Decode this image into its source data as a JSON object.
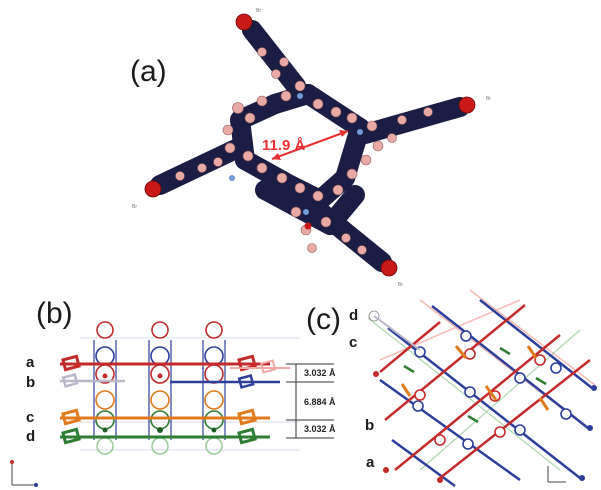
{
  "panels": {
    "a": {
      "label": "(a)",
      "measurement": "11.9 Å",
      "br_label": "Br"
    },
    "b": {
      "label": "(b)",
      "layers": [
        "a",
        "b",
        "c",
        "d"
      ],
      "spacings": [
        "3.032 Å",
        "6.884 Å",
        "3.032 Å"
      ]
    },
    "c": {
      "label": "(c)",
      "layers": [
        "d",
        "c",
        "b",
        "a"
      ]
    }
  },
  "colors": {
    "molecule_dark": "#1b1d44",
    "atom_pink": "#e9a9a4",
    "bromine_red": "#c91818",
    "layer_red": "#c52a2a",
    "layer_grey": "#b8b8c8",
    "layer_orange": "#e07a1c",
    "layer_green": "#2e7d32",
    "layer_blue": "#2c3e9c",
    "layer_pink": "#f1a8a0",
    "layer_lightgreen": "#9ccc9c"
  }
}
